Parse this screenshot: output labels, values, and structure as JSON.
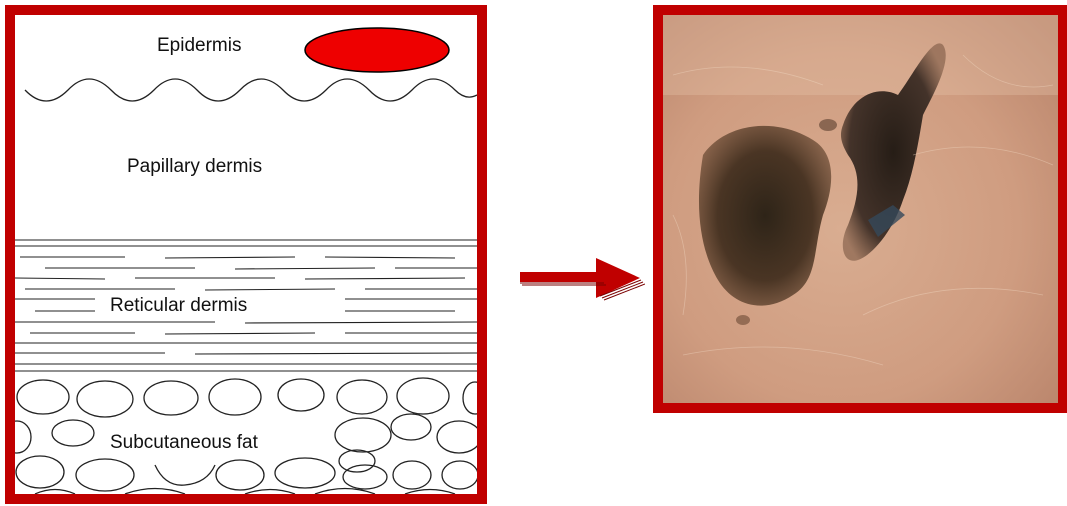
{
  "diagram": {
    "labels": {
      "epidermis": "Epidermis",
      "papillary": "Papillary dermis",
      "reticular": "Reticular dermis",
      "fat": "Subcutaneous fat"
    },
    "marker_color": "#ee0000",
    "frame_color": "#c00000"
  },
  "arrow": {
    "color": "#c00000",
    "direction": "right"
  },
  "photo": {
    "subject": "pigmented skin lesion photograph"
  }
}
